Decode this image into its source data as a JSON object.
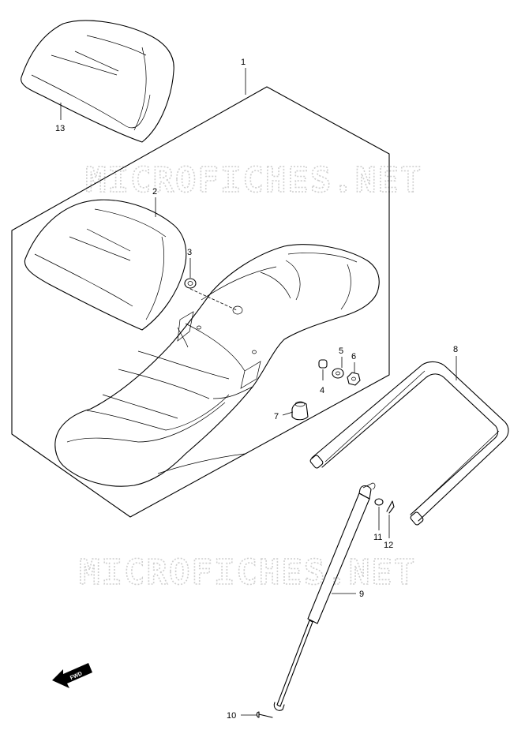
{
  "watermark": {
    "text": "MICROFICHES.NET"
  },
  "direction_marker": {
    "label": "FWD",
    "icon": "forward-arrow-icon"
  },
  "callouts": [
    {
      "id": "1",
      "label": "1"
    },
    {
      "id": "2",
      "label": "2"
    },
    {
      "id": "3",
      "label": "3"
    },
    {
      "id": "4",
      "label": "4"
    },
    {
      "id": "5",
      "label": "5"
    },
    {
      "id": "6",
      "label": "6"
    },
    {
      "id": "7",
      "label": "7"
    },
    {
      "id": "8",
      "label": "8"
    },
    {
      "id": "9",
      "label": "9"
    },
    {
      "id": "10",
      "label": "10"
    },
    {
      "id": "11",
      "label": "11"
    },
    {
      "id": "12",
      "label": "12"
    },
    {
      "id": "13",
      "label": "13"
    }
  ]
}
